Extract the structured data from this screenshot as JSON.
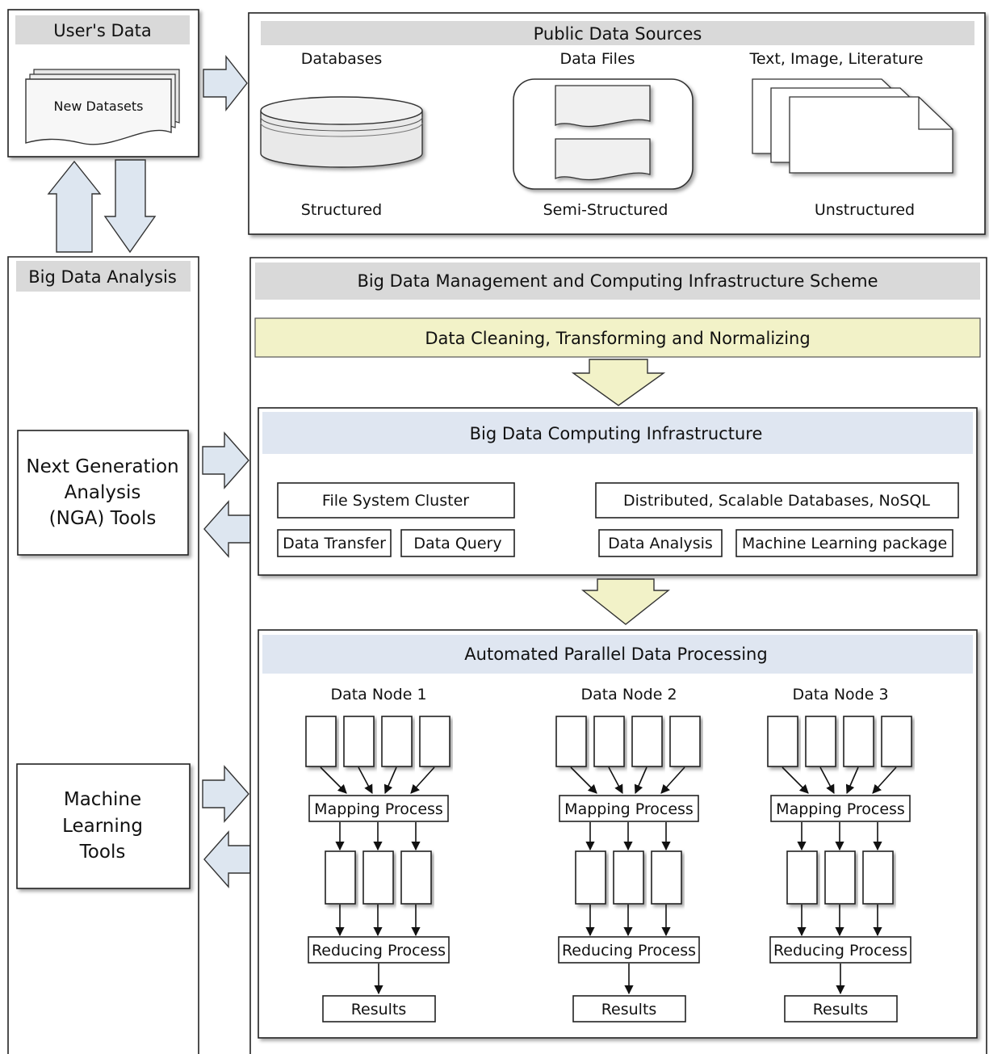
{
  "users_data": {
    "title": "User's Data",
    "datasets_label": "New Datasets"
  },
  "public_sources": {
    "title": "Public Data Sources",
    "columns": [
      {
        "top": "Databases",
        "bottom": "Structured"
      },
      {
        "top": "Data Files",
        "bottom": "Semi-Structured"
      },
      {
        "top": "Text, Image, Literature",
        "bottom": "Unstructured"
      }
    ]
  },
  "analysis": {
    "title": "Big Data Analysis",
    "nga_lines": [
      "Next Generation",
      "Analysis",
      "(NGA) Tools"
    ],
    "ml_lines": [
      "Machine",
      "Learning",
      "Tools"
    ]
  },
  "scheme": {
    "title": "Big Data Management and Computing Infrastructure Scheme",
    "cleaning": "Data Cleaning, Transforming and Normalizing"
  },
  "infrastructure": {
    "title": "Big Data Computing Infrastructure",
    "file_system": "File System Cluster",
    "databases": "Distributed, Scalable Databases, NoSQL",
    "data_transfer": "Data Transfer",
    "data_query": "Data Query",
    "data_analysis": "Data Analysis",
    "ml_package": "Machine Learning package"
  },
  "processing": {
    "title": "Automated Parallel Data Processing",
    "nodes": [
      {
        "name": "Data Node 1",
        "mapping": "Mapping Process",
        "reducing": "Reducing Process",
        "results": "Results"
      },
      {
        "name": "Data Node 2",
        "mapping": "Mapping Process",
        "reducing": "Reducing Process",
        "results": "Results"
      },
      {
        "name": "Data Node 3",
        "mapping": "Mapping Process",
        "reducing": "Reducing Process",
        "results": "Results"
      }
    ]
  },
  "colors": {
    "header_gray": "#d9d9d9",
    "header_blue": "#dfe6f1",
    "header_yellow": "#f2f2c8",
    "arrow_fill": "#dde6f0"
  }
}
